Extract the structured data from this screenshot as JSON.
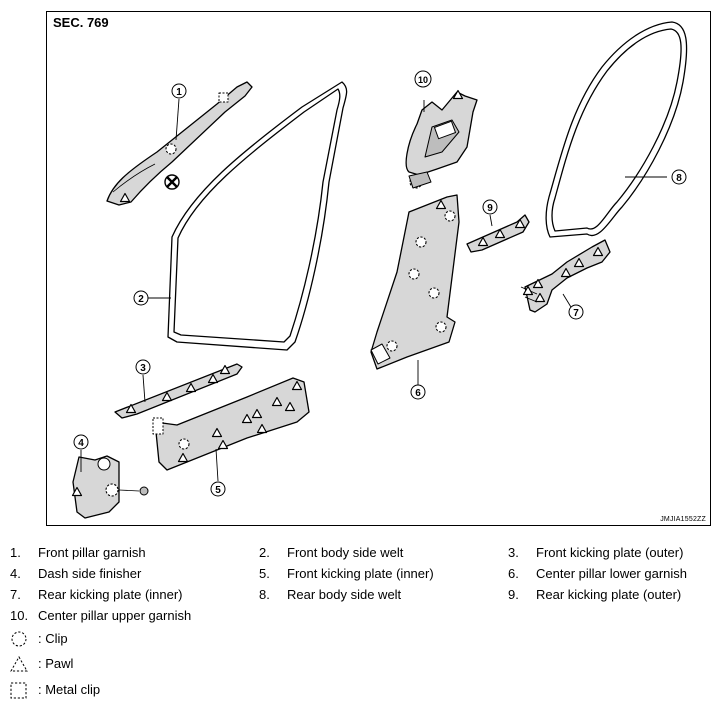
{
  "section_label": "SEC. 769",
  "figure_code": "JMJIA1552ZZ",
  "parts": [
    {
      "num": "1.",
      "name": "Front pillar garnish"
    },
    {
      "num": "2.",
      "name": "Front body side welt"
    },
    {
      "num": "3.",
      "name": "Front kicking plate (outer)"
    },
    {
      "num": "4.",
      "name": "Dash side finisher"
    },
    {
      "num": "5.",
      "name": "Front kicking plate (inner)"
    },
    {
      "num": "6.",
      "name": "Center pillar lower garnish"
    },
    {
      "num": "7.",
      "name": "Rear kicking plate (inner)"
    },
    {
      "num": "8.",
      "name": "Rear body side welt"
    },
    {
      "num": "9.",
      "name": "Rear kicking plate (outer)"
    },
    {
      "num": "10.",
      "name": "Center pillar upper garnish"
    }
  ],
  "callouts": [
    "1",
    "2",
    "3",
    "4",
    "5",
    "6",
    "7",
    "8",
    "9",
    "10"
  ],
  "symbols": [
    {
      "icon": "clip-icon",
      "text": ": Clip"
    },
    {
      "icon": "pawl-icon",
      "text": ": Pawl"
    },
    {
      "icon": "metal-clip-icon",
      "text": ": Metal clip"
    }
  ]
}
